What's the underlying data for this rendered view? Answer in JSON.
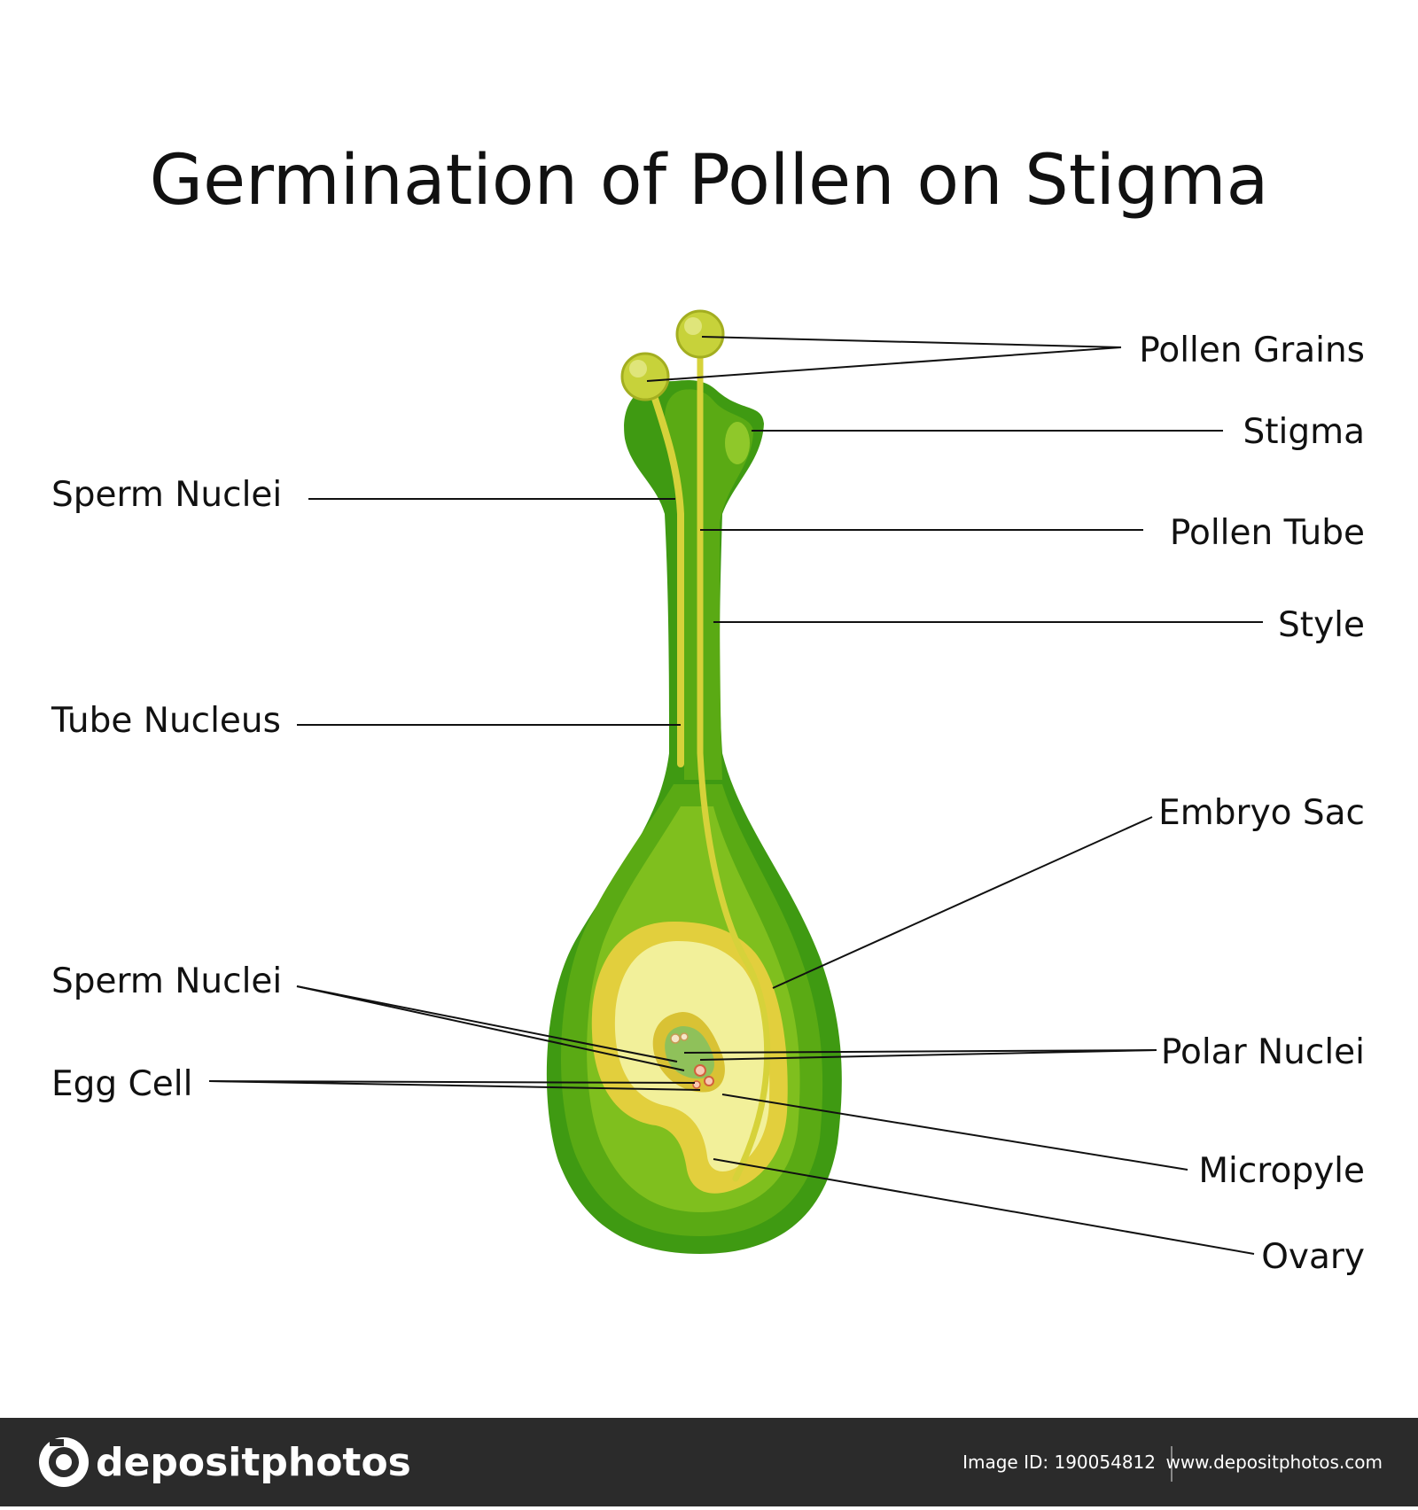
{
  "title": "Germination of Pollen on Stigma",
  "labels": {
    "pollen_grains": "Pollen Grains",
    "stigma": "Stigma",
    "sperm_nuclei_top": "Sperm Nuclei",
    "pollen_tube": "Pollen Tube",
    "style": "Style",
    "tube_nucleus": "Tube Nucleus",
    "embryo_sac": "Embryo Sac",
    "sperm_nuclei_bottom": "Sperm Nuclei",
    "polar_nuclei": "Polar Nuclei",
    "egg_cell": "Egg Cell",
    "micropyle": "Micropyle",
    "ovary": "Ovary"
  },
  "footer": {
    "brand": "depositphotos",
    "image_id": "Image ID: 190054812",
    "site": "www.depositphotos.com"
  },
  "colors": {
    "outer_green": "#3f9a12",
    "mid_green": "#5aaa14",
    "inner_green": "#7fbf1e",
    "yellow_dark": "#e2cf3d",
    "yellow_light": "#f2f09a",
    "pollen": "#c7d23a",
    "footer_bg": "#2b2b2b"
  }
}
